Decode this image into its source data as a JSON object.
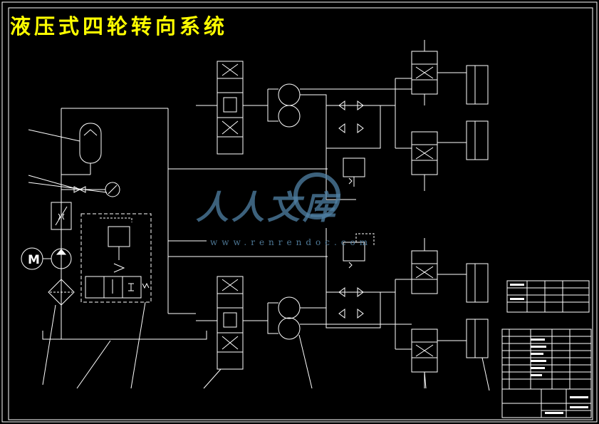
{
  "title": "液压式四轮转向系统",
  "watermark": {
    "text": "人人文库",
    "url": "www.renrendoc.com"
  },
  "colors": {
    "background": "#000000",
    "line": "#ffffff",
    "title": "#ffff00",
    "watermark": "#5082a5"
  },
  "icons": [
    "motor-icon",
    "pump-icon",
    "filter-icon",
    "accumulator-icon",
    "pressure-gauge-icon",
    "directional-valve-icon",
    "hydraulic-cylinder-icon",
    "hydraulic-motor-icon",
    "check-valve-icon",
    "relief-valve-icon"
  ],
  "motor_label": "M"
}
